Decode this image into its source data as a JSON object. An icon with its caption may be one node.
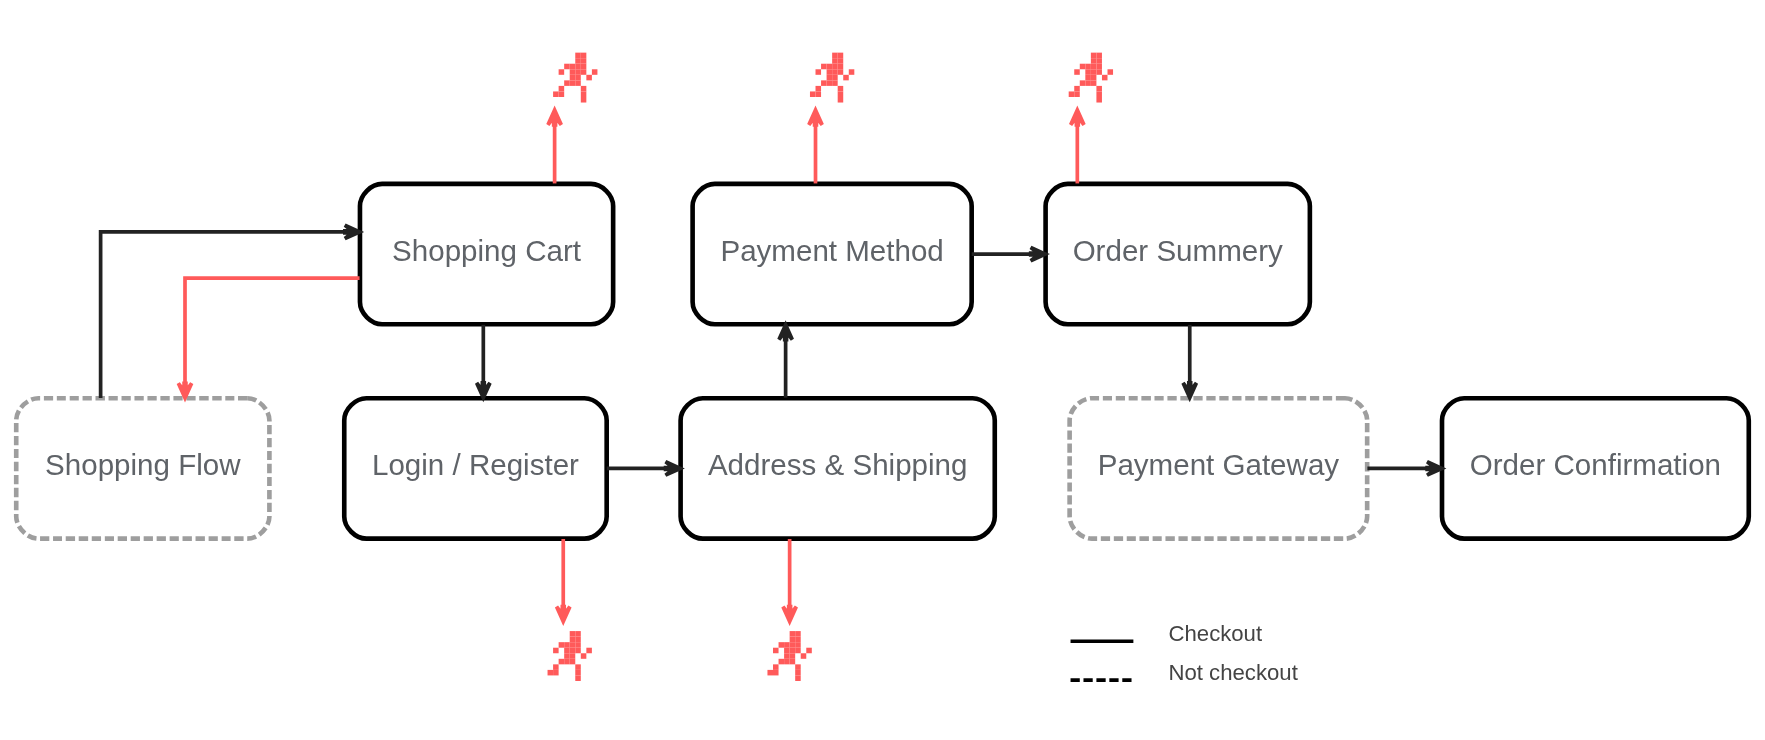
{
  "diagram": {
    "nodes": [
      {
        "text": [
          "Shopping Flow"
        ]
      },
      {
        "text": [
          "Shopping Cart"
        ]
      },
      {
        "text": [
          "Login / Register"
        ]
      },
      {
        "text": [
          "Address & Shipping"
        ]
      },
      {
        "text": [
          "Payment Method"
        ]
      },
      {
        "text": [
          "Order Summery"
        ]
      },
      {
        "text": [
          "Payment Gateway"
        ]
      },
      {
        "text": [
          "Order Confirmation"
        ]
      },
      {
        "text": [],
        "shape": "person"
      },
      {
        "text": [],
        "shape": "person"
      },
      {
        "text": [],
        "shape": "person"
      },
      {
        "text": [],
        "shape": "person"
      },
      {
        "text": [],
        "shape": "person"
      }
    ],
    "edges": [
      {
        "from": 0,
        "to": 1,
        "arrow": "to"
      },
      {
        "from": 1,
        "to": 0,
        "arrow": "to",
        "color": "#ff5a5a"
      },
      {
        "from": 1,
        "to": 8,
        "arrow": "to",
        "color": "#ff5a5a"
      },
      {
        "from": 1,
        "to": 2,
        "arrow": "to"
      },
      {
        "from": 2,
        "to": 3,
        "arrow": "to"
      },
      {
        "from": 2,
        "to": 11,
        "arrow": "to",
        "color": "#ff5a5a"
      },
      {
        "from": 3,
        "to": 4,
        "arrow": "to"
      },
      {
        "from": 3,
        "to": 12,
        "arrow": "to",
        "color": "#ff5a5a"
      },
      {
        "from": 4,
        "to": 5,
        "arrow": "to"
      },
      {
        "from": 4,
        "to": 9,
        "arrow": "to",
        "color": "#ff5a5a"
      },
      {
        "from": 5,
        "to": 10,
        "arrow": "to",
        "color": "#ff5a5a"
      },
      {
        "from": 5,
        "to": 6,
        "arrow": "to"
      },
      {
        "from": 6,
        "to": 7,
        "arrow": "to"
      }
    ],
    "legend": [
      {
        "text": "Checkout"
      },
      {
        "text": "Not checkout"
      }
    ]
  }
}
